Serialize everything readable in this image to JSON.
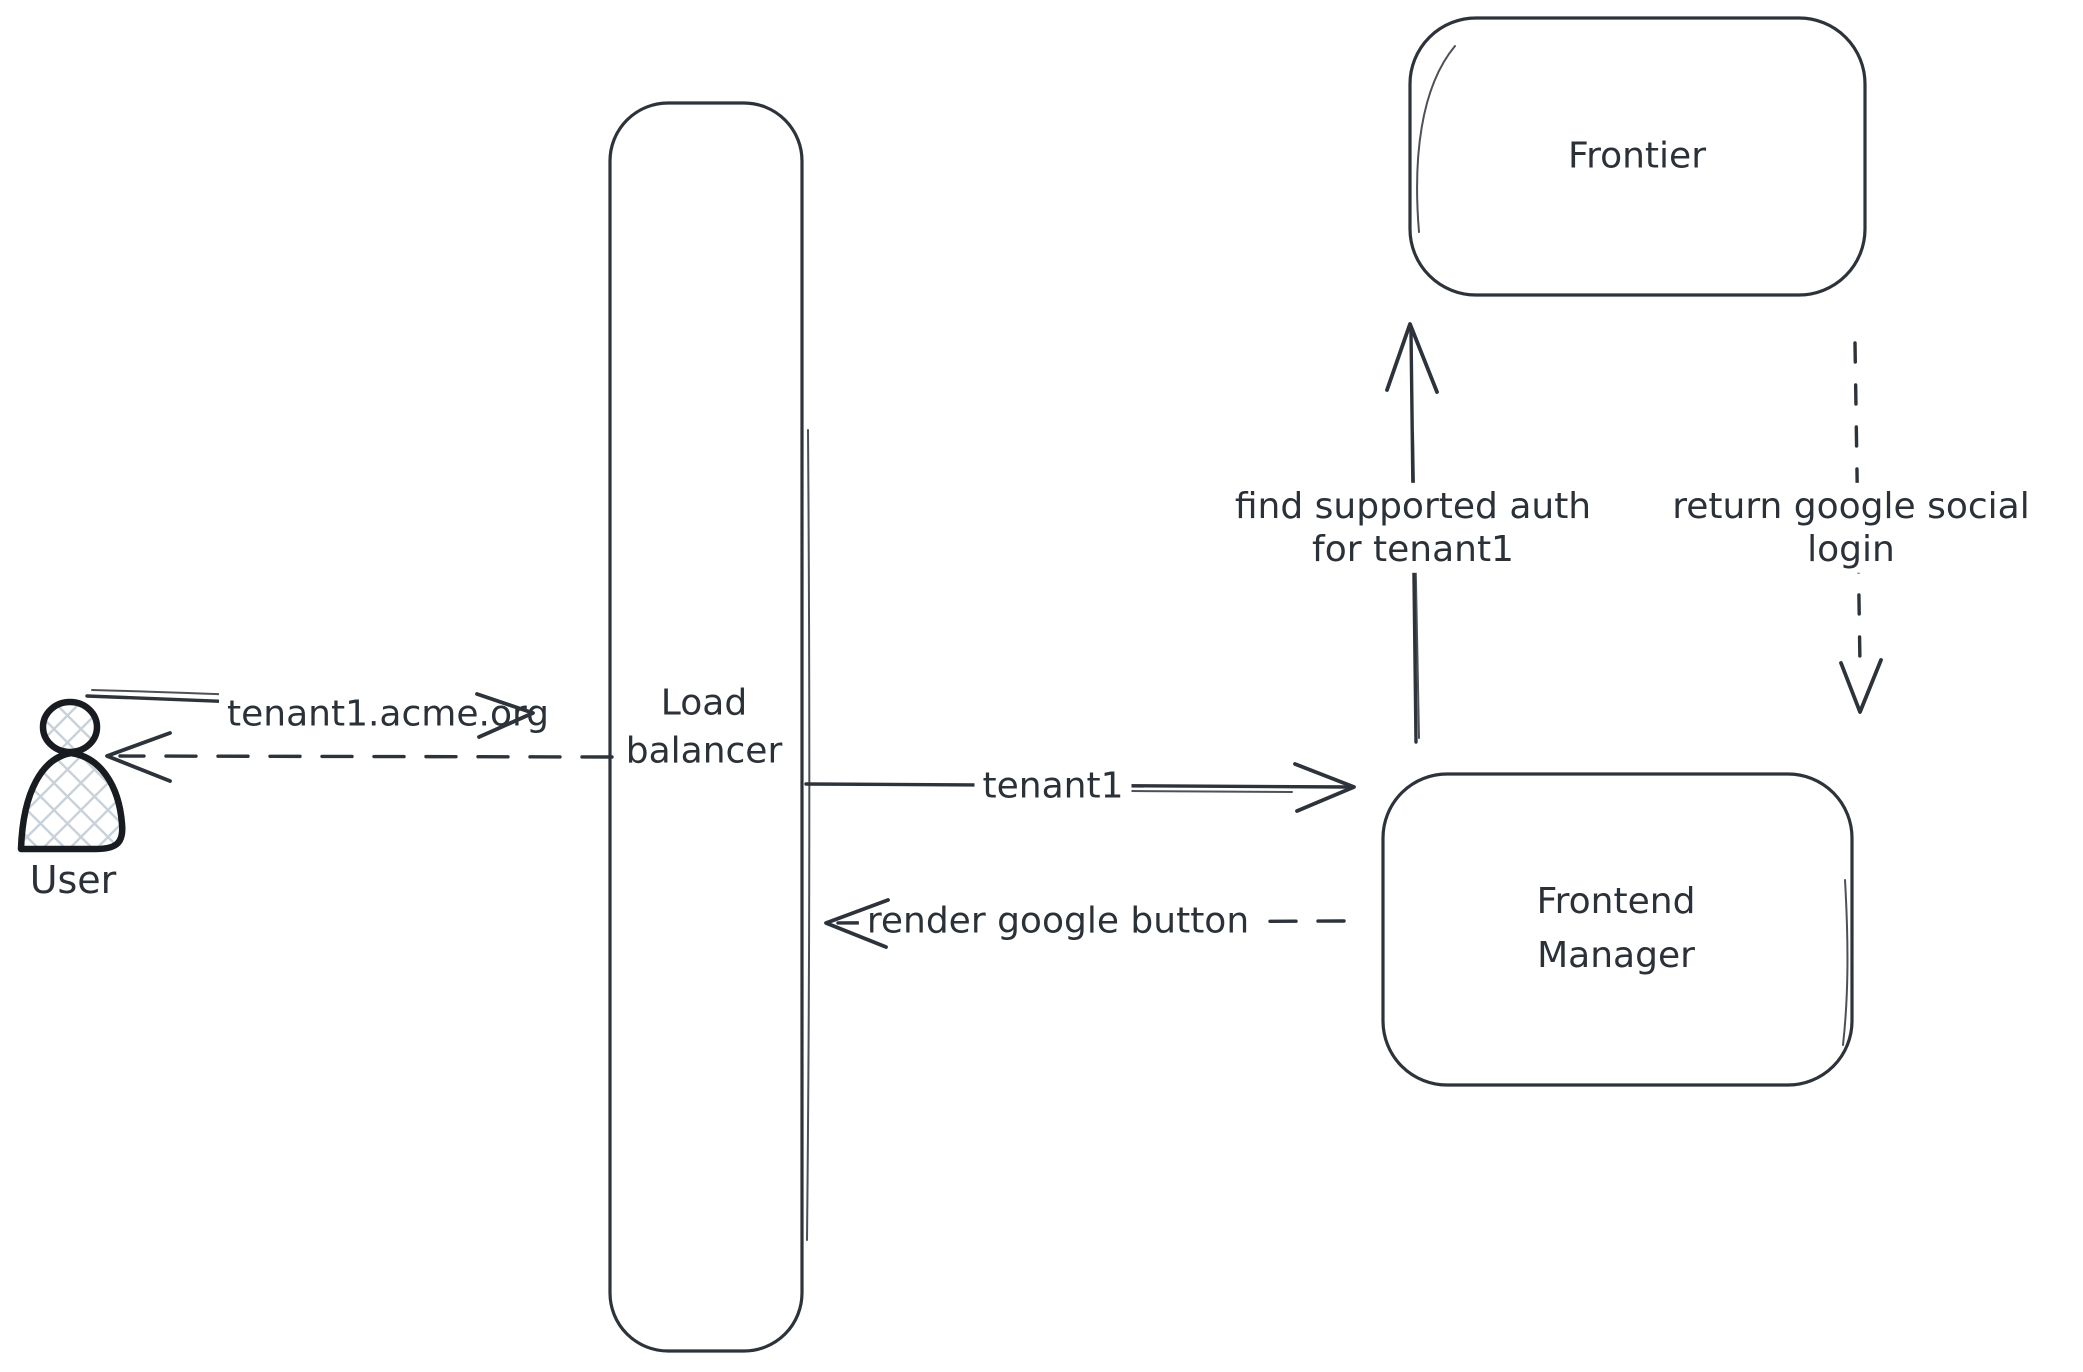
{
  "colors": {
    "background": "#ffffff",
    "stroke": "#2d333a",
    "figure_stroke": "#181b20",
    "hatch": "#c9d2da",
    "text": "#2b3138"
  },
  "nodes": {
    "user": {
      "label": "User"
    },
    "load_balancer": {
      "label": "Load balancer",
      "line1": "Load",
      "line2": "balancer"
    },
    "frontier": {
      "label": "Frontier"
    },
    "frontend_manager": {
      "label": "Frontend Manager",
      "line1": "Frontend",
      "line2": "Manager"
    }
  },
  "edges": {
    "user_to_load_balancer": {
      "label": "tenant1.acme.org",
      "style": "solid"
    },
    "load_balancer_to_user": {
      "label": "",
      "style": "dashed"
    },
    "load_balancer_to_frontend_manager": {
      "label": "tenant1",
      "style": "solid"
    },
    "frontend_manager_to_load_balancer": {
      "label": "render google button",
      "style": "dashed"
    },
    "frontend_manager_to_frontier": {
      "label": "find supported auth for tenant1",
      "line1": "find supported auth",
      "line2": "for tenant1",
      "style": "solid"
    },
    "frontier_to_frontend_manager": {
      "label": "return google social login",
      "line1": "return google social",
      "line2": "login",
      "style": "dashed"
    }
  }
}
